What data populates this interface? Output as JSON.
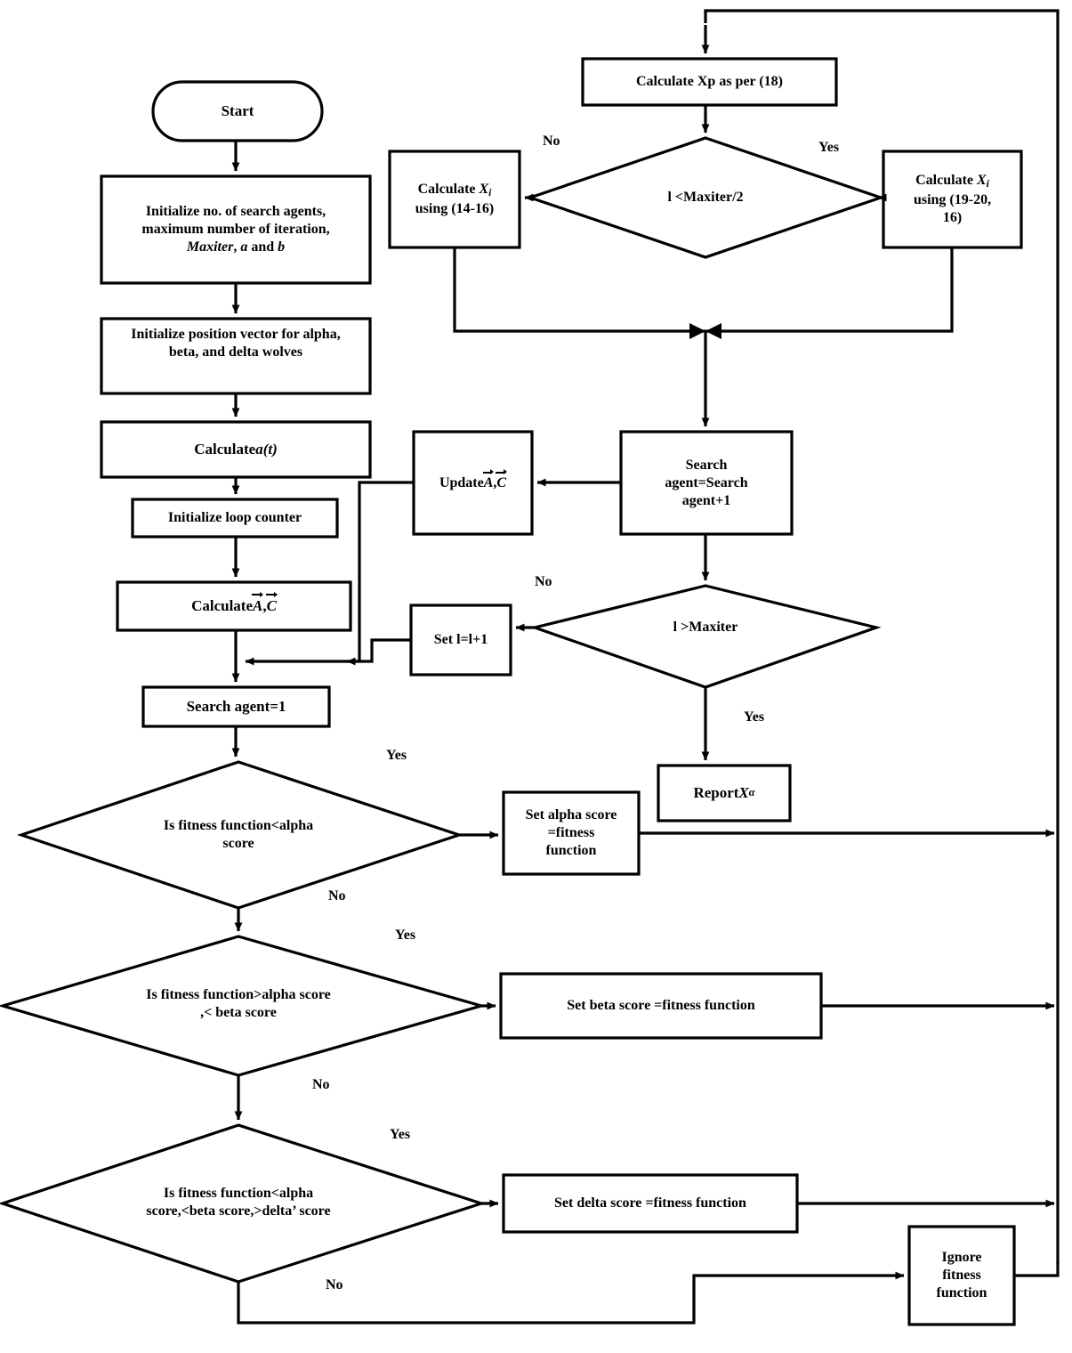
{
  "diagram": {
    "title": "Grey Wolf Optimizer algorithm flowchart",
    "line_color": "#000000",
    "fill_color": "#ffffff"
  },
  "nodes": {
    "start": {
      "label": "Start",
      "shape": "terminator"
    },
    "init_agents": {
      "line1": "Initialize no. of search agents,",
      "line2": "maximum number of iteration,",
      "line3_a": "Maxiter",
      "line3_b": ", ",
      "line3_c": "a",
      "line3_d": " and ",
      "line3_e": "b",
      "shape": "process"
    },
    "init_position": {
      "line1": "Initialize  position vector for alpha,",
      "line2": "beta, and delta wolves",
      "shape": "process"
    },
    "calc_at": {
      "label_pre": "Calculate ",
      "label_var": "a(t)",
      "shape": "process"
    },
    "init_loop": {
      "label": "Initialize loop counter",
      "shape": "process"
    },
    "calc_ac": {
      "label_pre": "Calculate ",
      "vec1": "A",
      "sep": ", ",
      "vec2": "C",
      "shape": "process"
    },
    "search_agent_1": {
      "label": "Search agent=1",
      "shape": "process"
    },
    "calc_xp": {
      "label": "Calculate Xp as per (18)",
      "shape": "process"
    },
    "decision_maxiter_half": {
      "label": "l <Maxiter/2",
      "shape": "decision"
    },
    "calc_xi_14_16": {
      "line1_pre": "Calculate ",
      "line1_var": "X",
      "line1_sub": "i",
      "line2": "using (14-16)",
      "shape": "process"
    },
    "calc_xi_19_20": {
      "line1_pre": "Calculate ",
      "line1_var": "X",
      "line1_sub": "i",
      "line2": "using (19-20,",
      "line3": "16)",
      "shape": "process"
    },
    "search_agent_inc": {
      "line1": "Search",
      "line2": "agent=Search",
      "line3": "agent+1",
      "shape": "process"
    },
    "update_ac": {
      "label_pre": "Update ",
      "vec1": "A",
      "sep": ", ",
      "vec2": "C",
      "shape": "process"
    },
    "decision_maxiter": {
      "label": "l >Maxiter",
      "shape": "decision"
    },
    "set_l_inc": {
      "label": "Set l=l+1",
      "shape": "process"
    },
    "report_xalpha": {
      "label_pre": "Report ",
      "label_var": "X",
      "label_sub": "α",
      "shape": "process"
    },
    "decision_alpha": {
      "line1": "Is fitness function<alpha",
      "line2": "score",
      "shape": "decision"
    },
    "set_alpha_score": {
      "line1": "Set alpha score",
      "line2": "=fitness",
      "line3": "function",
      "shape": "process"
    },
    "decision_beta": {
      "line1": "Is fitness function>alpha score",
      "line2": ",< beta score",
      "shape": "decision"
    },
    "set_beta_score": {
      "label": "Set beta score =fitness function",
      "shape": "process"
    },
    "decision_delta": {
      "line1": "Is fitness function<alpha",
      "line2": "score,<beta score,>delta’ score",
      "shape": "decision"
    },
    "set_delta_score": {
      "label": "Set delta score =fitness function",
      "shape": "process"
    },
    "ignore_fitness": {
      "line1": "Ignore",
      "line2": "fitness",
      "line3": "function",
      "shape": "process"
    }
  },
  "edge_labels": {
    "maxiter_half_no": "No",
    "maxiter_half_yes": "Yes",
    "maxiter_no": "No",
    "maxiter_yes": "Yes",
    "alpha_yes": "Yes",
    "alpha_no": "No",
    "beta_yes": "Yes",
    "beta_no": "No",
    "delta_yes": "Yes",
    "delta_no": "No"
  }
}
